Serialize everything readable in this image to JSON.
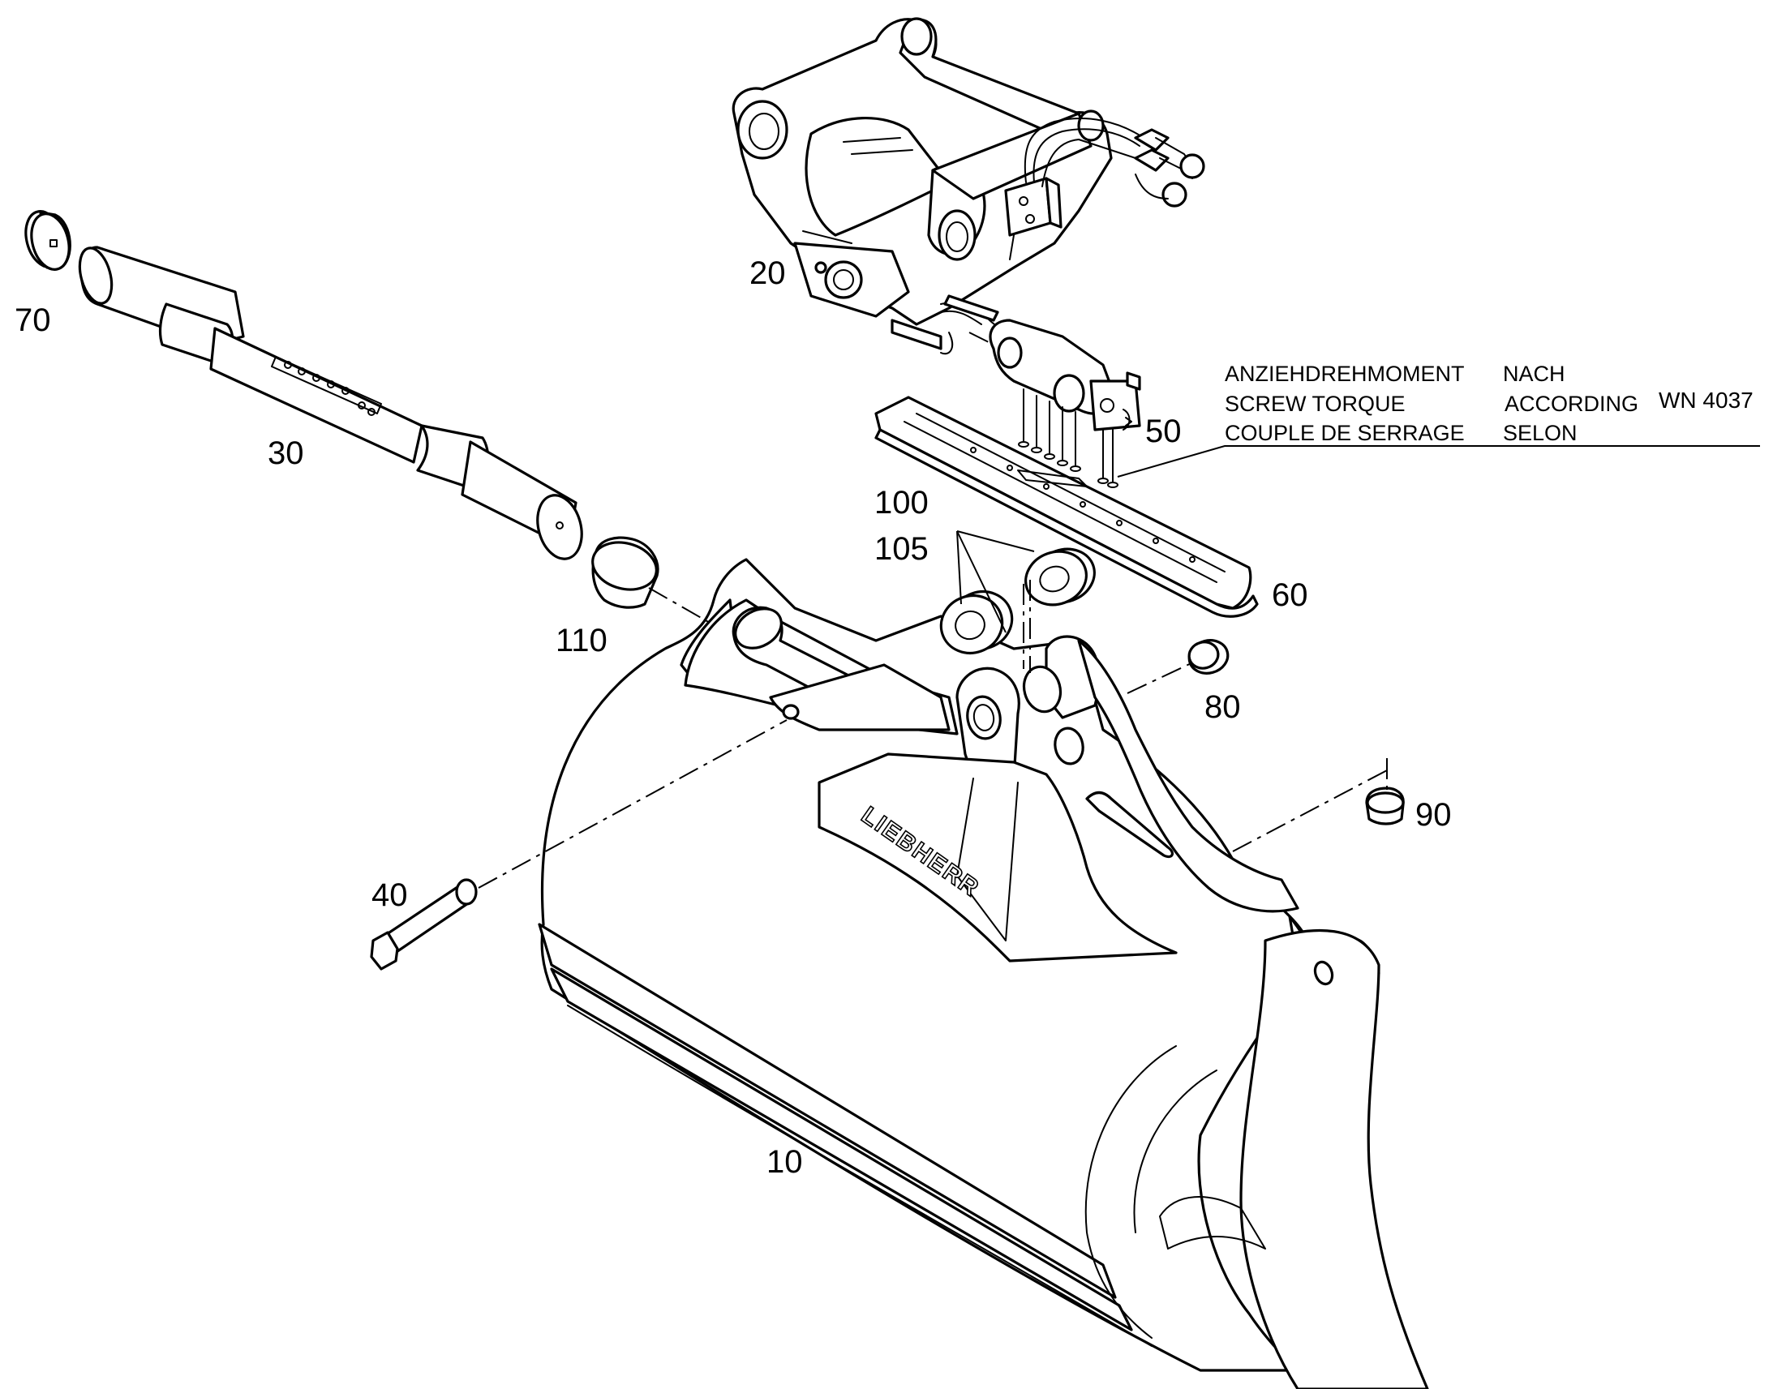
{
  "callouts": {
    "p10": "10",
    "p20": "20",
    "p30": "30",
    "p40": "40",
    "p50": "50",
    "p60": "60",
    "p70": "70",
    "p80": "80",
    "p90": "90",
    "p100": "100",
    "p105": "105",
    "p110": "110"
  },
  "torque_note": {
    "de_label": "ANZIEHDREHMOMENT",
    "en_label": "SCREW TORQUE",
    "fr_label": "COUPLE DE SERRAGE",
    "de_prep": "NACH",
    "en_prep": "ACCORDING",
    "fr_prep": "SELON",
    "standard": "WN 4037"
  },
  "brand_logo": "LIEBHERR"
}
